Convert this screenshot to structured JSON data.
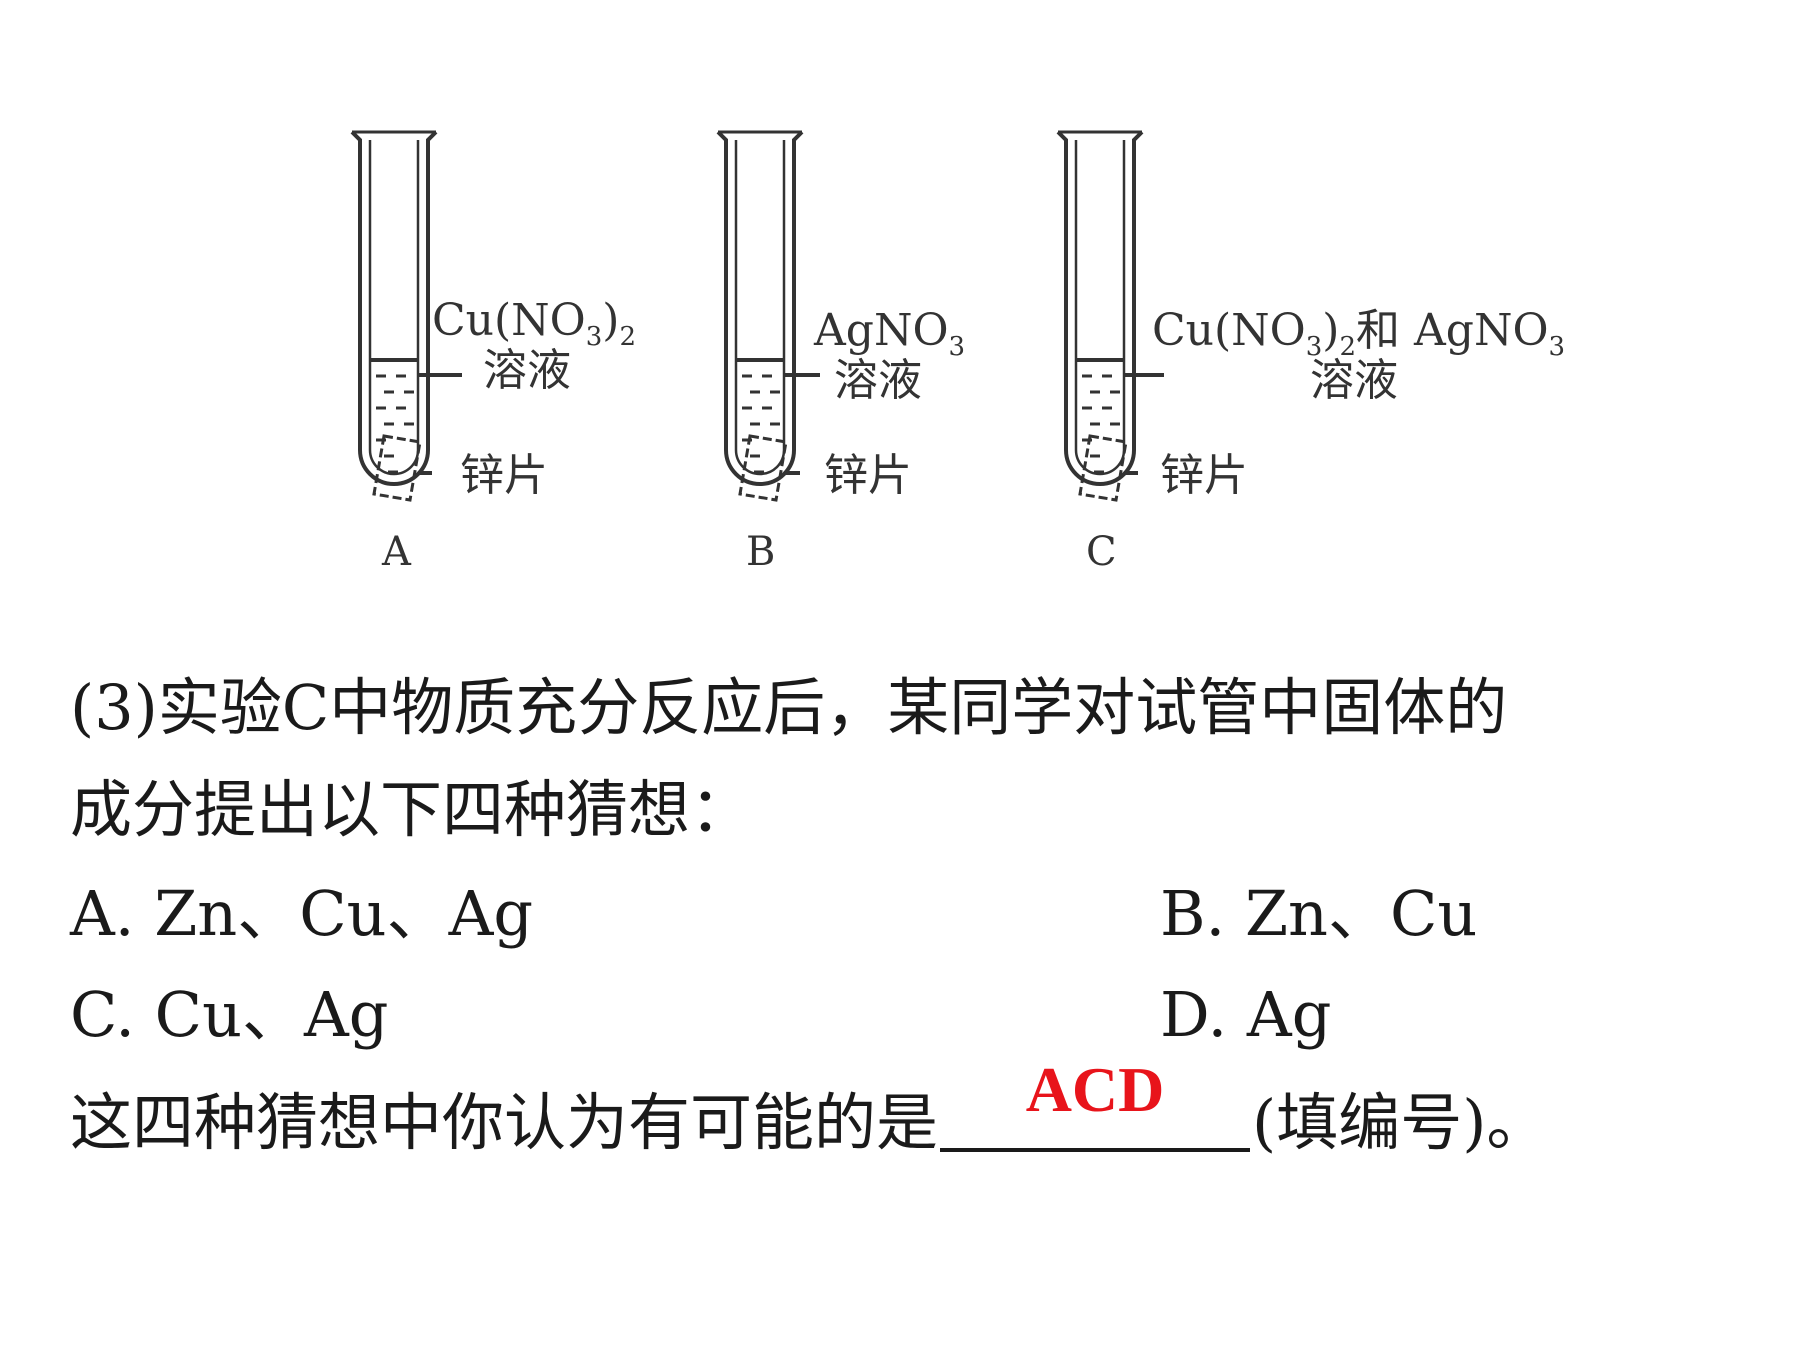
{
  "figure": {
    "tubes": [
      {
        "id": "A",
        "label": "A",
        "solution_formula": "Cu(NO",
        "solution_sub1": "3",
        "solution_close": ")",
        "solution_sub2": "2",
        "solution_word": "溶液",
        "strip_label": "锌片"
      },
      {
        "id": "B",
        "label": "B",
        "solution_formula": "AgNO",
        "solution_sub1": "3",
        "solution_word": "溶液",
        "strip_label": "锌片"
      },
      {
        "id": "C",
        "label": "C",
        "solution_formula": "Cu(NO",
        "solution_sub1": "3",
        "solution_close": ")",
        "solution_sub2": "2",
        "solution_and": "和 AgNO",
        "solution_sub3": "3",
        "solution_word": "溶液",
        "strip_label": "锌片"
      }
    ]
  },
  "question": {
    "line1": "(3)实验C中物质充分反应后，某同学对试管中固体的",
    "line2": "成分提出以下四种猜想：",
    "options": {
      "a": "A. Zn、Cu、Ag",
      "b": "B. Zn、Cu",
      "c": "C. Cu、Ag",
      "d": "D. Ag"
    },
    "answer_prefix": "这四种猜想中你认为有可能的是",
    "answer_value": "ACD",
    "answer_suffix": "(填编号)。"
  },
  "colors": {
    "answer": "#e8141b",
    "text": "#1a1a1a",
    "figure": "#333333"
  }
}
